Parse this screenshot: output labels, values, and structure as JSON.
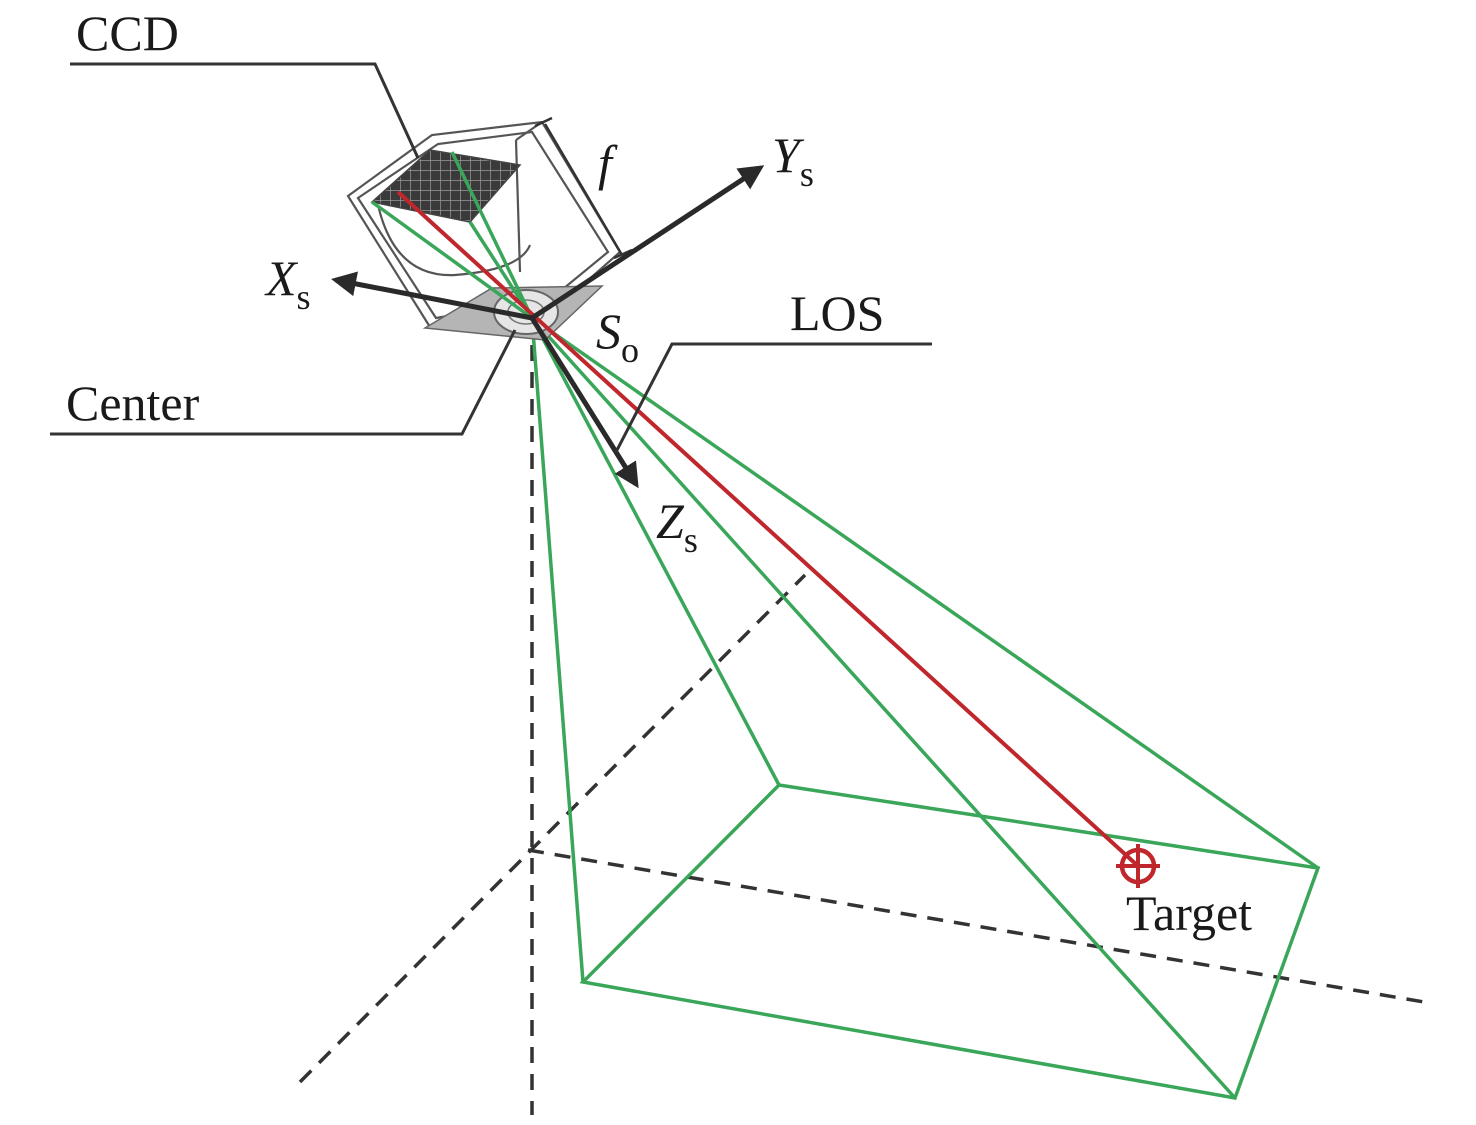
{
  "labels": {
    "ccd": "CCD",
    "focal": "f",
    "ys_main": "Y",
    "ys_sub": "s",
    "xs_main": "X",
    "xs_sub": "s",
    "zs_main": "Z",
    "zs_sub": "s",
    "so_main": "S",
    "so_sub": "o",
    "los": "LOS",
    "center": "Center",
    "target": "Target"
  },
  "colors": {
    "frustum": "#3aa65a",
    "los_ray": "#c0272d",
    "axes": "#2a2a2a",
    "target_marker": "#c0272d"
  }
}
